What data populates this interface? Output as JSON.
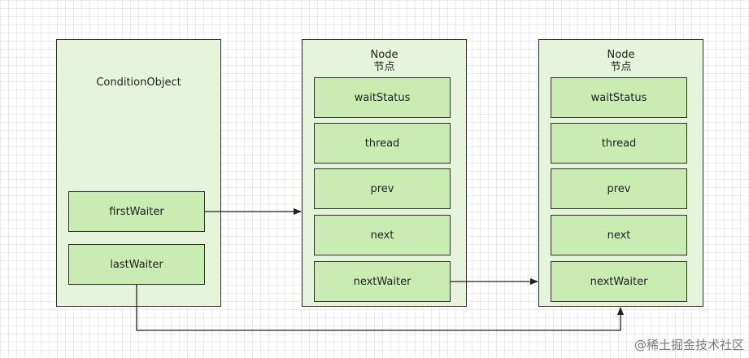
{
  "condition_object": {
    "title": "ConditionObject",
    "fields": [
      "firstWaiter",
      "lastWaiter"
    ]
  },
  "nodes": [
    {
      "title": "Node",
      "subtitle": "节点",
      "fields": [
        "waitStatus",
        "thread",
        "prev",
        "next",
        "nextWaiter"
      ]
    },
    {
      "title": "Node",
      "subtitle": "节点",
      "fields": [
        "waitStatus",
        "thread",
        "prev",
        "next",
        "nextWaiter"
      ]
    }
  ],
  "connections": [
    {
      "from": "firstWaiter",
      "to": "Node 1"
    },
    {
      "from": "nextWaiter (Node 1)",
      "to": "Node 2"
    },
    {
      "from": "lastWaiter",
      "to": "Node 2"
    }
  ],
  "watermark": "@稀土掘金技术社区",
  "colors": {
    "container_fill": "#e6f4dc",
    "field_fill": "#c9ecb3",
    "stroke": "#2f2f2f"
  }
}
